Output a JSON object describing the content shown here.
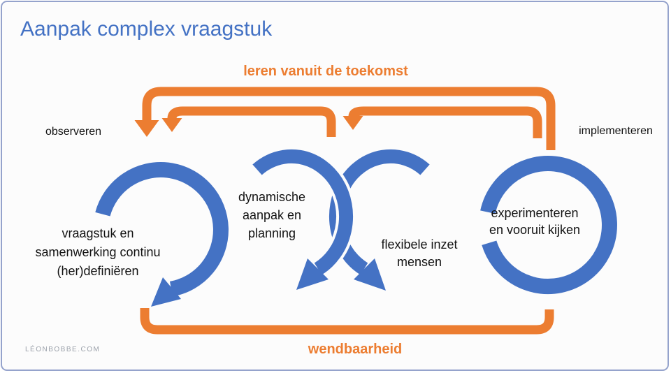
{
  "slide": {
    "title": "Aanpak complex vraagstuk",
    "watermark": "LÉONBOBBE.COM"
  },
  "flow_labels": {
    "top_loop": "leren vanuit de toekomst",
    "bottom_loop": "wendbaarheid",
    "left": "observeren",
    "right": "implementeren"
  },
  "steps": {
    "define": "vraagstuk en\nsamenwerking continu\n(her)definiëren",
    "plan": "dynamische\naanpak en\nplanning",
    "people": "flexibele inzet\nmensen",
    "experiment": "experimenteren\nen vooruit kijken"
  },
  "colors": {
    "blue": "#4472c4",
    "orange": "#ec7d31",
    "ink": "#121212",
    "border": "#95a3cc",
    "bg": "#fcfcfc",
    "watermark": "#9ba1aa"
  }
}
